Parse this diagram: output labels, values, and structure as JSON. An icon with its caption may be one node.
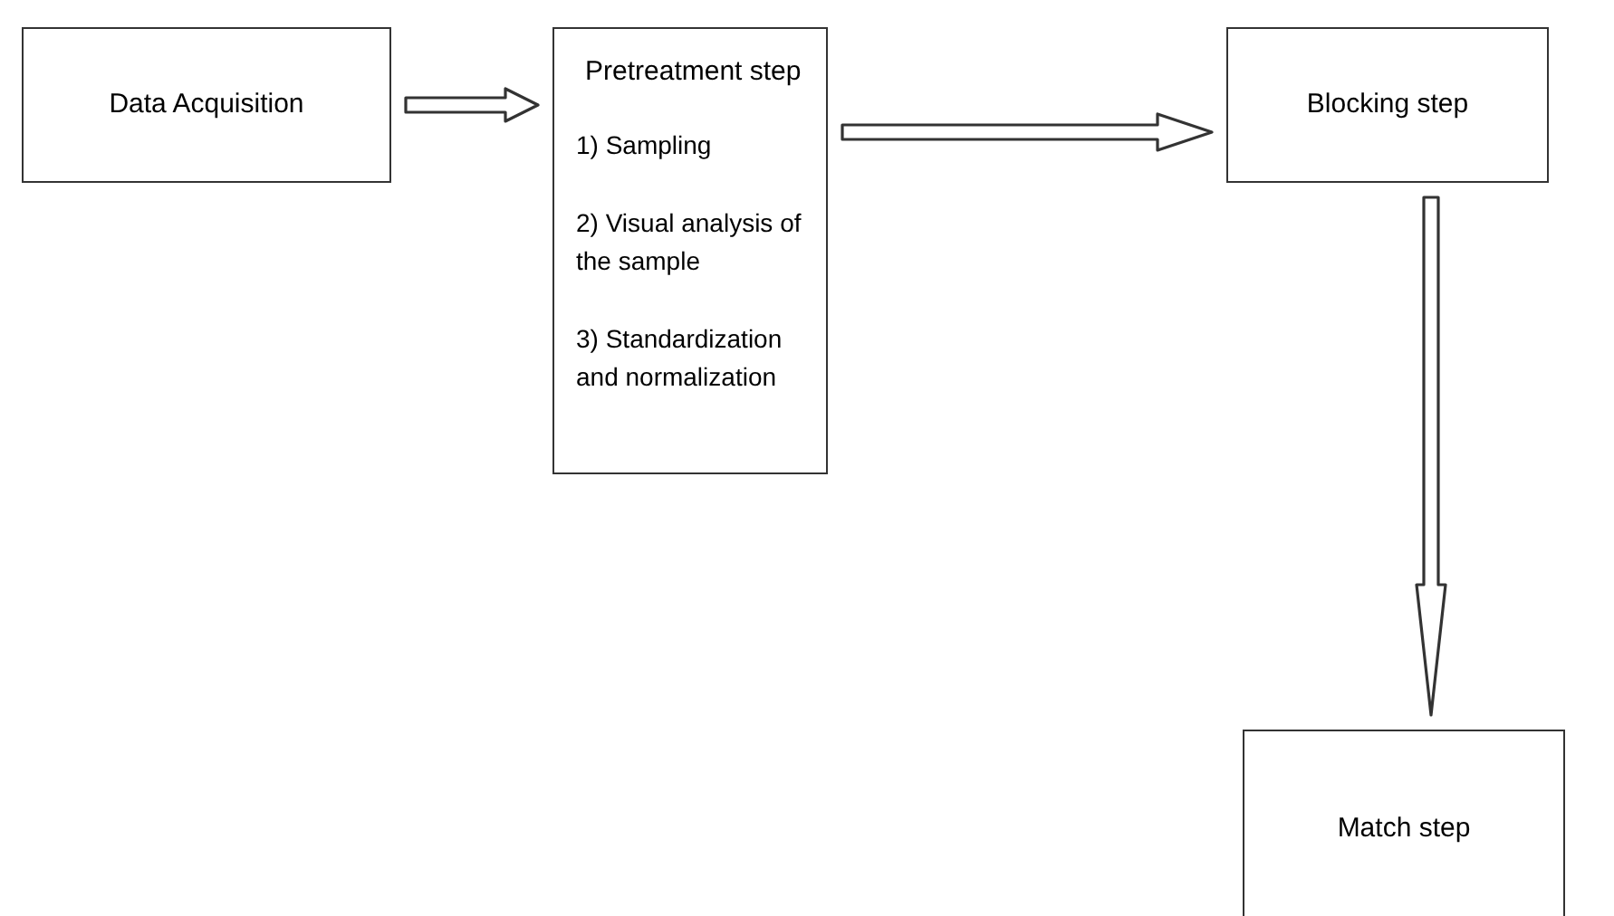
{
  "diagram": {
    "nodes": [
      {
        "text": [
          "Data Acquisition"
        ]
      },
      {
        "text": [
          "Pretreatment step",
          "1) Sampling",
          "2) Visual analysis of the sample",
          "3) Standardization and normalization"
        ]
      },
      {
        "text": [
          "Blocking step"
        ]
      },
      {
        "text": [
          "Match step"
        ]
      }
    ],
    "edges": [
      {
        "from": 0,
        "to": 1,
        "arrow": "to"
      },
      {
        "from": 1,
        "to": 2,
        "arrow": "to"
      },
      {
        "from": 2,
        "to": 3,
        "arrow": "to"
      }
    ]
  }
}
